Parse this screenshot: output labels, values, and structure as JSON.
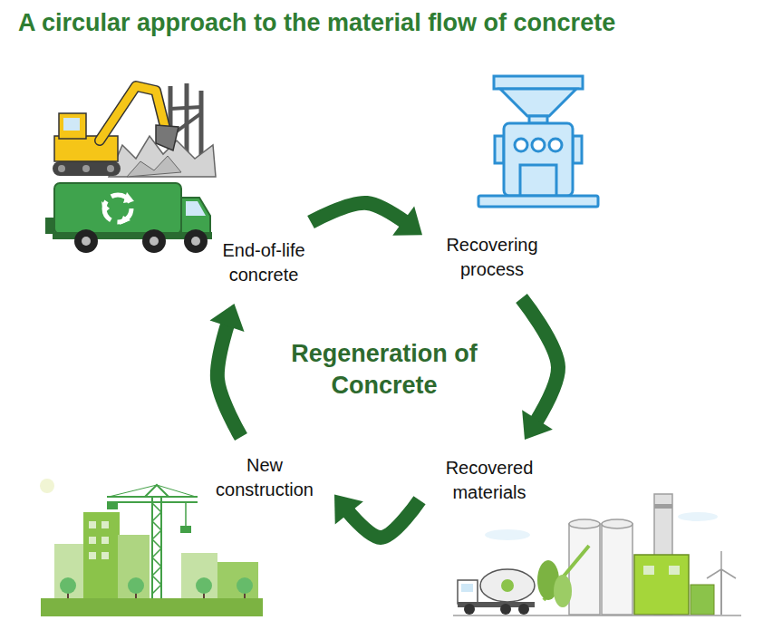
{
  "diagram": {
    "title": "A circular approach to the material flow of concrete",
    "nodes": [
      {
        "text": [
          "End-of-life concrete"
        ]
      },
      {
        "text": [
          "Recovering process"
        ]
      },
      {
        "text": [
          "Recovered materials"
        ]
      },
      {
        "text": [
          "New construction"
        ]
      }
    ],
    "edges": [
      {
        "from": 0,
        "to": 1,
        "arrow": "to"
      },
      {
        "from": 1,
        "to": 2,
        "arrow": "to"
      },
      {
        "from": 2,
        "to": 3,
        "arrow": "to"
      },
      {
        "from": 3,
        "to": 0,
        "arrow": "to"
      }
    ],
    "labels": [
      "Regeneration of Concrete"
    ]
  }
}
